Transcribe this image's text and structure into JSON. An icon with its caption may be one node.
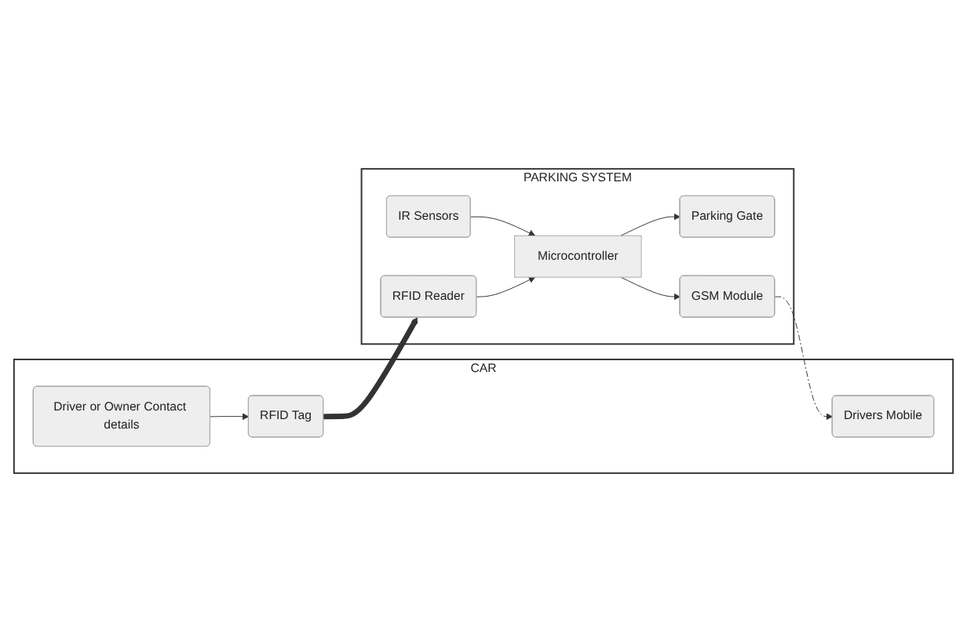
{
  "diagram": {
    "nodes": [
      {
        "text": [
          "PARKING SYSTEM"
        ]
      },
      {
        "text": [
          "IR Sensors"
        ],
        "in": 0
      },
      {
        "text": [
          "Microcontroller"
        ],
        "in": 0
      },
      {
        "text": [
          "GSM Module"
        ],
        "in": 0
      },
      {
        "text": [
          "RFID Reader"
        ],
        "in": 0
      },
      {
        "text": [
          "Parking Gate"
        ],
        "in": 0
      },
      {
        "text": [
          "CAR"
        ]
      },
      {
        "text": [
          "Drivers Mobile"
        ],
        "in": 6
      },
      {
        "text": [
          "RFID Tag"
        ],
        "in": 6
      },
      {
        "text": [
          "Driver or Owner Contact details"
        ],
        "in": 6
      }
    ],
    "edges": [
      {
        "from": 1,
        "to": 2,
        "arrow": "to"
      },
      {
        "from": 2,
        "to": 3,
        "arrow": "to"
      },
      {
        "from": 4,
        "to": 2,
        "arrow": "to"
      },
      {
        "from": 2,
        "to": 5,
        "arrow": "to"
      },
      {
        "from": 3,
        "to": 7,
        "arrow": "to",
        "style": "dashed"
      },
      {
        "from": 8,
        "to": 4,
        "arrow": "to",
        "style": "thick"
      },
      {
        "from": 9,
        "to": 8,
        "arrow": "to"
      }
    ]
  }
}
